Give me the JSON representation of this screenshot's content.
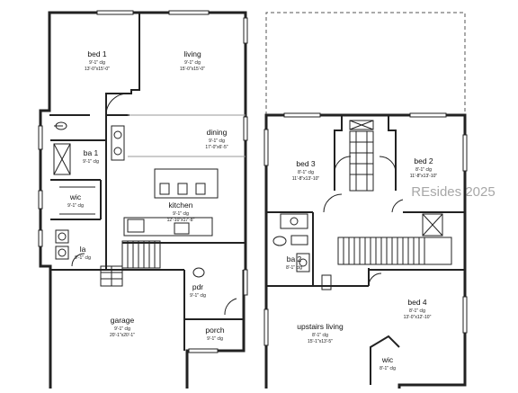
{
  "watermark": "REsides 2025",
  "main_floor": {
    "rooms": [
      {
        "id": "bed1",
        "name": "bed 1",
        "ceiling": "9'-1\" clg",
        "size": "13'-0\"x15'-0\""
      },
      {
        "id": "living",
        "name": "living",
        "ceiling": "9'-1\" clg",
        "size": "15'-0\"x15'-0\""
      },
      {
        "id": "dining",
        "name": "dining",
        "ceiling": "9'-1\" clg",
        "size": "17'-0\"x6'-5\""
      },
      {
        "id": "ba1",
        "name": "ba 1",
        "ceiling": "9'-1\" clg"
      },
      {
        "id": "wic",
        "name": "wic",
        "ceiling": "9'-1\" clg"
      },
      {
        "id": "kitchen",
        "name": "kitchen",
        "ceiling": "9'-1\" clg",
        "size": "12'-10\"x17'-8\""
      },
      {
        "id": "la",
        "name": "la",
        "ceiling": "9'-1\" clg"
      },
      {
        "id": "pdr",
        "name": "pdr",
        "ceiling": "9'-1\" clg"
      },
      {
        "id": "garage",
        "name": "garage",
        "ceiling": "9'-1\" clg",
        "size": "20'-1\"x20'-1\""
      },
      {
        "id": "porch",
        "name": "porch",
        "ceiling": "9'-1\" clg"
      }
    ]
  },
  "upper_floor": {
    "rooms": [
      {
        "id": "bed3",
        "name": "bed 3",
        "ceiling": "8'-1\" clg",
        "size": "11'-8\"x13'-10\""
      },
      {
        "id": "bed2",
        "name": "bed 2",
        "ceiling": "8'-1\" clg",
        "size": "11'-8\"x13'-10\""
      },
      {
        "id": "ba2",
        "name": "ba 2",
        "ceiling": "8'-1\" clg"
      },
      {
        "id": "bed4",
        "name": "bed 4",
        "ceiling": "8'-1\" clg",
        "size": "13'-0\"x12'-10\""
      },
      {
        "id": "upstairs_living",
        "name": "upstairs living",
        "ceiling": "8'-1\" clg",
        "size": "15'-1\"x13'-5\""
      },
      {
        "id": "wic2",
        "name": "wic",
        "ceiling": "8'-1\" clg"
      }
    ]
  }
}
